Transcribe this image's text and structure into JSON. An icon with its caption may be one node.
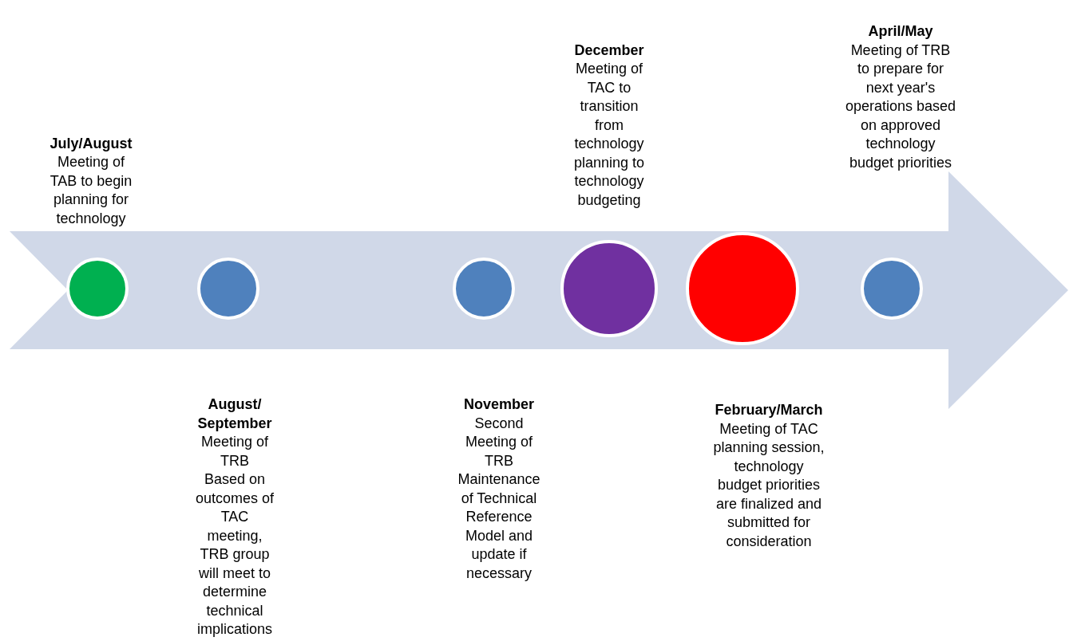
{
  "diagram": {
    "nodes": [
      {
        "text": [],
        "shape": "arrow"
      },
      {
        "text": [],
        "shape": "circle",
        "in": 0,
        "beside": [
          "July/August",
          "Meeting of TAB to begin planning for technology"
        ]
      },
      {
        "text": [],
        "shape": "circle",
        "in": 0,
        "beside": [
          "August/ September",
          "Meeting of TRB",
          "Based on outcomes of TAC meeting, TRB group will meet to determine technical implications"
        ]
      },
      {
        "text": [],
        "shape": "circle",
        "in": 0,
        "beside": [
          "November",
          "Second Meeting of TRB",
          "Maintenance of Technical Reference Model and update if necessary"
        ]
      },
      {
        "text": [],
        "shape": "circle",
        "in": 0,
        "beside": [
          "December",
          "Meeting of TAC to transition from technology planning to technology budgeting"
        ]
      },
      {
        "text": [],
        "shape": "circle",
        "in": 0,
        "beside": [
          "February/March",
          "Meeting of TAC planning session, technology budget priorities are finalized and submitted for consideration"
        ]
      },
      {
        "text": [],
        "shape": "circle",
        "in": 0,
        "beside": [
          "April/May",
          "Meeting of TRB to prepare for next year's operations based on approved technology budget priorities"
        ]
      }
    ],
    "edges": []
  }
}
